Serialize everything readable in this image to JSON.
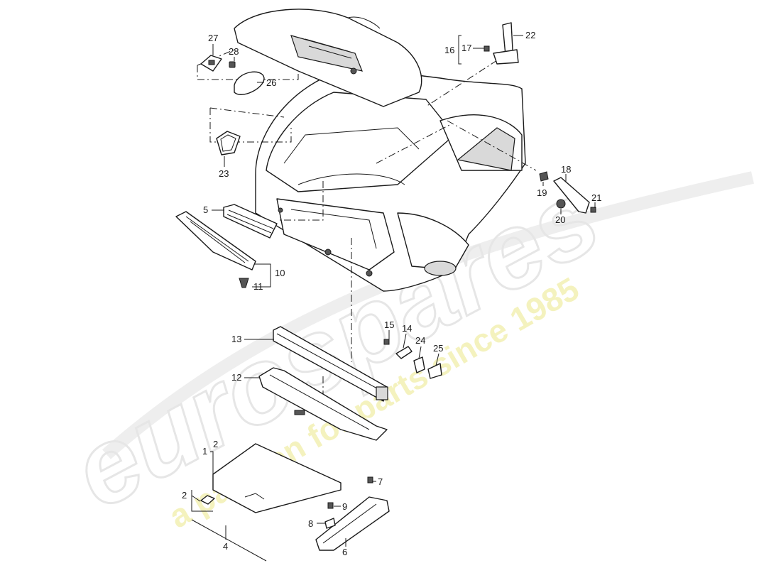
{
  "watermark": {
    "brand": "eurospares",
    "tagline": "a passion for parts since 1985"
  },
  "callouts": [
    "1",
    "2",
    "2",
    "4",
    "5",
    "6",
    "7",
    "8",
    "9",
    "10",
    "11",
    "12",
    "13",
    "14",
    "15",
    "16",
    "17",
    "18",
    "19",
    "20",
    "21",
    "22",
    "23",
    "24",
    "25",
    "26",
    "27",
    "28"
  ]
}
